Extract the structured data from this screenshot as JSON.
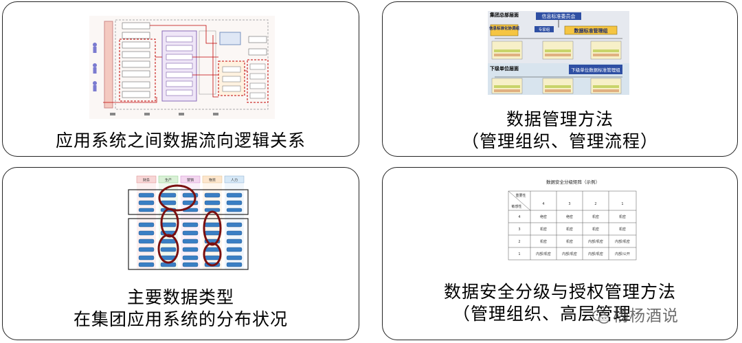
{
  "cards": {
    "top_left": {
      "caption_lines": [
        "应用系统之间数据流向逻辑关系"
      ]
    },
    "top_right": {
      "caption_lines": [
        "数据管理方法",
        "（管理组织、管理流程）"
      ]
    },
    "bottom_left": {
      "caption_lines": [
        "主要数据类型",
        "在集团应用系统的分布状况"
      ]
    },
    "bottom_right": {
      "caption_lines": [
        "数据安全分级与授权管理方法",
        "（管理组织、高层管理"
      ]
    }
  },
  "org_chart": {
    "group_level": "集团总部层面",
    "committee": "信息标准委员会",
    "coord_group": "信息标准化协调组",
    "expert_group": "专家组",
    "mgmt_group": "数据标准管理组",
    "sub_level": "下级单位层面",
    "sub_mgmt_group": "下级单位数据标准管理组"
  },
  "bl_thumb": {
    "col_headers": [
      "财务",
      "生产",
      "营销",
      "物资",
      "人力"
    ]
  },
  "matrix": {
    "title": "数据安全分级矩阵（示例）",
    "col_axis": "重要性",
    "row_axis": "敏感性",
    "col_headers": [
      "4",
      "3",
      "2",
      "1"
    ],
    "rows": [
      {
        "label": "4",
        "cells": [
          "绝密",
          "绝密",
          "机密",
          "机密"
        ]
      },
      {
        "label": "3",
        "cells": [
          "机密",
          "机密",
          "机密",
          "机密"
        ]
      },
      {
        "label": "2",
        "cells": [
          "机密",
          "机密",
          "内部/机密",
          "内部/机密"
        ]
      },
      {
        "label": "1",
        "cells": [
          "内部/机密",
          "内部/机密",
          "内部/机密",
          "内部/公开"
        ]
      }
    ]
  },
  "watermark": {
    "text": "杨杨酒说"
  },
  "colors": {
    "border": "#222222",
    "accent_red": "#c00000",
    "org_yellow": "#f5c542",
    "org_blue": "#2e4fa3",
    "oval": "#7a1010"
  }
}
